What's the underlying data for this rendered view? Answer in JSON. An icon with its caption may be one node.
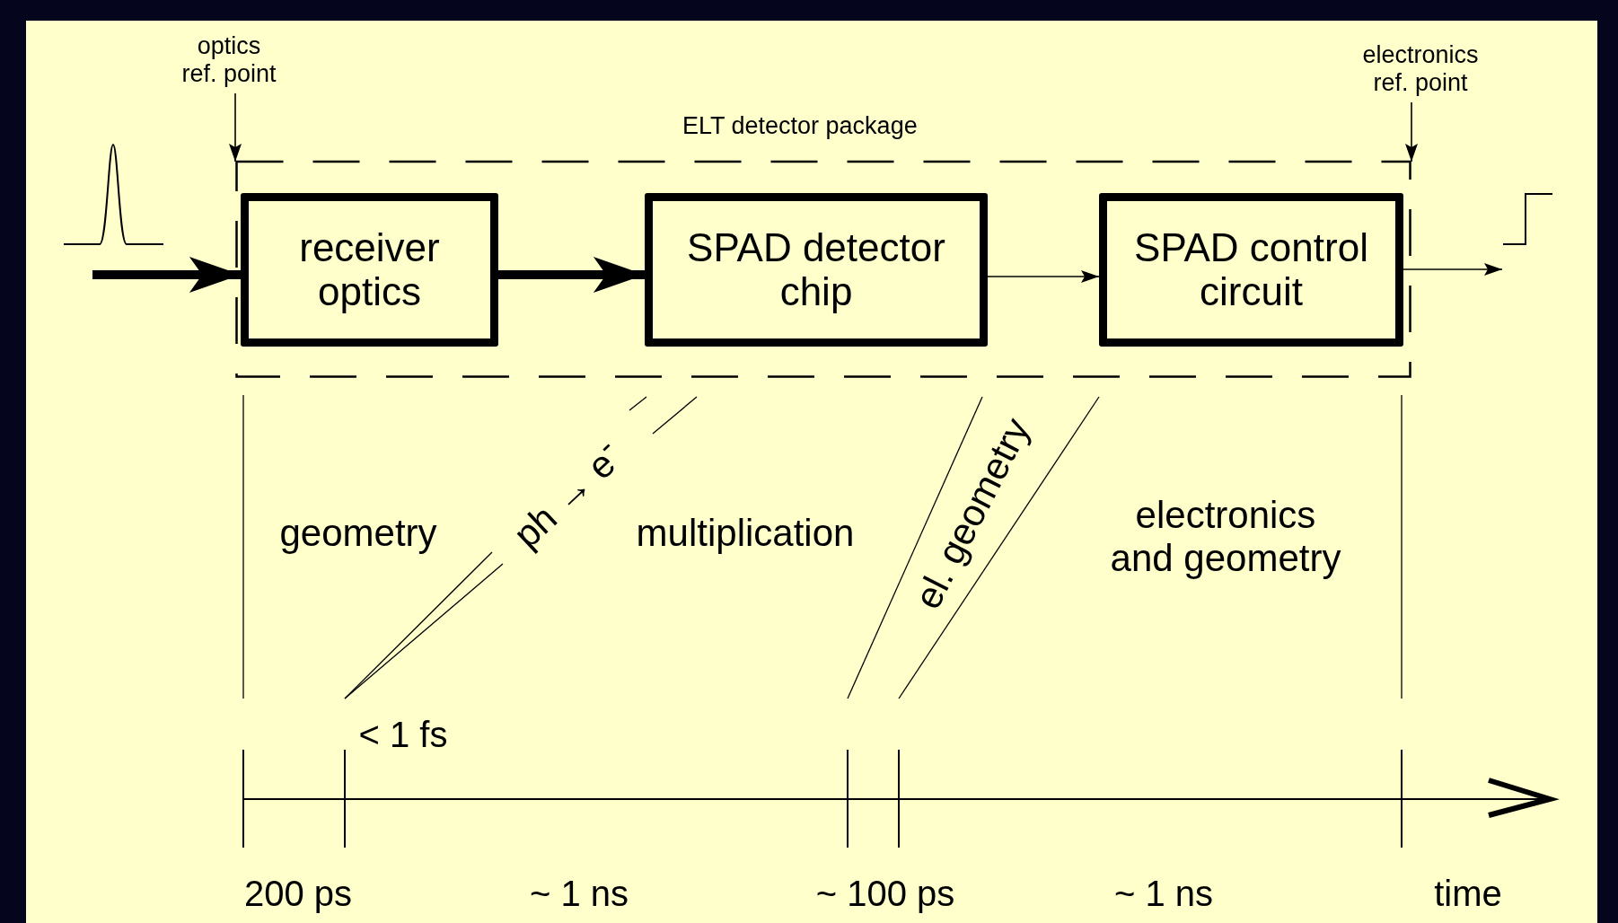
{
  "diagram": {
    "nodes": [
      {
        "text": [
          "optics ref. point"
        ]
      },
      {
        "text": [
          "electronics ref. point"
        ]
      },
      {
        "text": [
          "ELT detector package"
        ]
      },
      {
        "text": [
          "receiver optics"
        ],
        "in": 2
      },
      {
        "text": [
          "SPAD detector chip"
        ],
        "in": 2
      },
      {
        "text": [
          "SPAD control circuit"
        ],
        "in": 2
      },
      {
        "text": [],
        "shape": "picture"
      },
      {
        "text": [],
        "shape": "picture"
      }
    ],
    "edges": [
      {
        "from": 0,
        "to": 2,
        "arrow": "to"
      },
      {
        "from": 1,
        "to": 2,
        "arrow": "to"
      },
      {
        "from": 6,
        "to": 3,
        "arrow": "to",
        "style": "thick"
      },
      {
        "from": 3,
        "to": 4,
        "arrow": "to",
        "style": "thick"
      },
      {
        "from": 4,
        "to": 5,
        "arrow": "to"
      },
      {
        "from": 5,
        "to": 7,
        "arrow": "to"
      }
    ],
    "labels": [
      "geometry",
      "ph → e$^{-}$",
      "multiplication",
      "el. geometry",
      "electronics and geometry",
      "< 1 fs",
      "200 ps",
      "~ 1 ns",
      "~ 100 ps",
      "~ 1 ns",
      "time"
    ]
  }
}
